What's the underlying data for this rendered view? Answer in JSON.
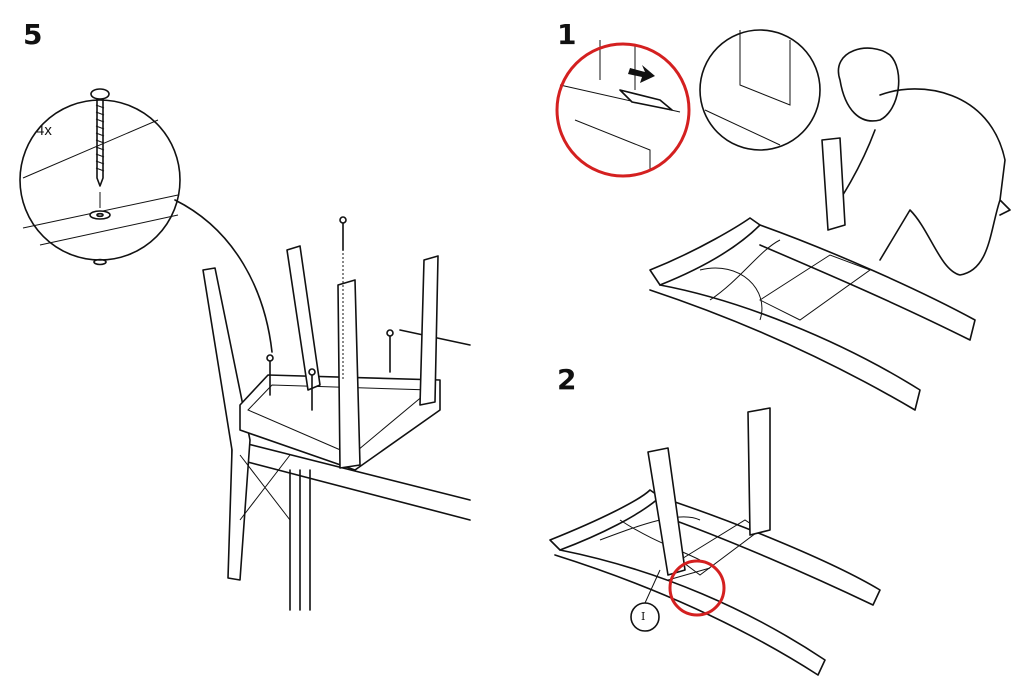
{
  "steps": [
    {
      "number": "5",
      "quantity_label": "4x"
    },
    {
      "number": "1"
    },
    {
      "number": "2",
      "part_label": "I"
    }
  ],
  "colors": {
    "highlight": "#d42020",
    "line": "#111111"
  },
  "icons": [
    "screw-icon",
    "washer-icon",
    "magnifier-circle",
    "arrow-icon"
  ]
}
